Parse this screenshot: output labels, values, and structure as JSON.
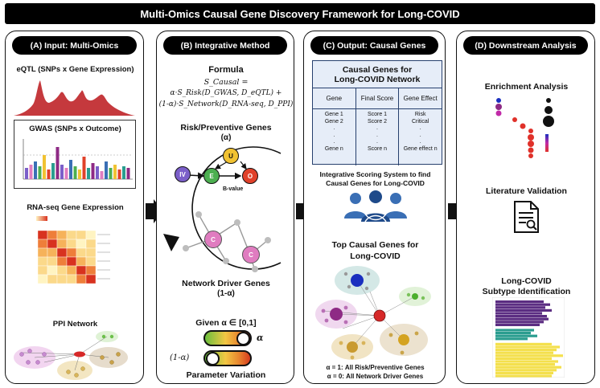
{
  "title": "Multi-Omics Causal Gene Discovery Framework for Long-COVID",
  "panels": {
    "a": {
      "header": "(A) Input: Multi-Omics",
      "eqtl_label": "eQTL (SNPs x Gene Expression)",
      "gwas_label": "GWAS (SNPs x Outcome)",
      "rnaseq_label": "RNA-seq Gene Expression",
      "ppi_label": "PPI Network"
    },
    "b": {
      "header": "(B) Integrative Method",
      "formula_label": "Formula",
      "formula_line1": "S_Causal =",
      "formula_line2": "α·S_Risk(D_GWAS, D_eQTL) +",
      "formula_line3": "(1-α)·S_Network(D_RNA-seq, D_PPI)",
      "risk_label": "Risk/Preventive Genes",
      "risk_alpha": "(α)",
      "node_iv": "IV",
      "node_e": "E",
      "node_u": "U",
      "node_o": "O",
      "node_c": "C",
      "bvalue": "B-value",
      "network_label": "Network Driver Genes",
      "network_alpha": "(1-α)",
      "given": "Given α ∈ [0,1]",
      "alpha_sym": "α",
      "one_minus_alpha": "(1-α)",
      "param_variation": "Parameter Variation"
    },
    "c": {
      "header": "(C) Output: Causal Genes",
      "table_title_1": "Causal Genes for",
      "table_title_2": "Long-COVID Network",
      "col_gene": "Gene",
      "col_score": "Final Score",
      "col_effect": "Gene Effect",
      "gene_rows": [
        "Gene 1",
        "Gene 2",
        ".",
        ".",
        ".",
        "Gene n"
      ],
      "score_rows": [
        "Score 1",
        "Score 2",
        ".",
        ".",
        ".",
        "Score n"
      ],
      "effect_rows": [
        "Risk",
        "Critical",
        ".",
        ".",
        ".",
        "Gene effect n"
      ],
      "scoring_line1": "Integrative Scoring System to find",
      "scoring_line2": "Causal Genes for Long-COVID",
      "top_line1": "Top Causal Genes for",
      "top_line2": "Long-COVID",
      "alpha1": "α = 1: All Risk/Preventive Genes",
      "alpha0": "α = 0: All Network Driver Genes"
    },
    "d": {
      "header": "(D) Downstream Analysis",
      "enrichment": "Enrichment Analysis",
      "literature": "Literature Validation",
      "subtype_line1": "Long-COVID",
      "subtype_line2": "Subtype Identification"
    }
  },
  "colors": {
    "eqtl_red": "#c0282d",
    "node_iv": "#7b5fc9",
    "node_e": "#4caf50",
    "node_u": "#f1c232",
    "node_o": "#e0412a",
    "node_c": "#e07cc0",
    "purple_bar": "#5b2d82",
    "teal_bar": "#2a9d8f",
    "yellow_bar": "#f4e04d"
  }
}
